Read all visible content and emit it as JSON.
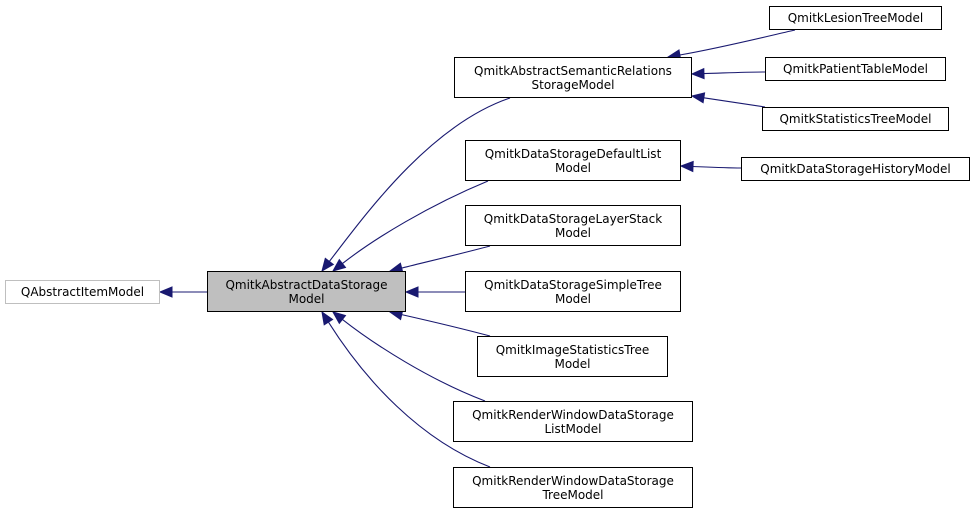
{
  "diagram": {
    "colors": {
      "edge": "#191970",
      "node_border": "#000000",
      "external_border": "#bfbfbf",
      "focus_fill": "#bfbfbf"
    },
    "nodes": {
      "qabstractitemmodel": {
        "lines": [
          "QAbstractItemModel"
        ]
      },
      "abstractdatastorage": {
        "lines": [
          "QmitkAbstractDataStorage",
          "Model"
        ]
      },
      "semanticrelations": {
        "lines": [
          "QmitkAbstractSemanticRelations",
          "StorageModel"
        ]
      },
      "defaultlist": {
        "lines": [
          "QmitkDataStorageDefaultList",
          "Model"
        ]
      },
      "layerstack": {
        "lines": [
          "QmitkDataStorageLayerStack",
          "Model"
        ]
      },
      "simpletree": {
        "lines": [
          "QmitkDataStorageSimpleTree",
          "Model"
        ]
      },
      "imagestatistics": {
        "lines": [
          "QmitkImageStatisticsTree",
          "Model"
        ]
      },
      "renderwindowlist": {
        "lines": [
          "QmitkRenderWindowDataStorage",
          "ListModel"
        ]
      },
      "renderwindowtree": {
        "lines": [
          "QmitkRenderWindowDataStorage",
          "TreeModel"
        ]
      },
      "lesiontree": {
        "lines": [
          "QmitkLesionTreeModel"
        ]
      },
      "patienttable": {
        "lines": [
          "QmitkPatientTableModel"
        ]
      },
      "statisticstree": {
        "lines": [
          "QmitkStatisticsTreeModel"
        ]
      },
      "history": {
        "lines": [
          "QmitkDataStorageHistoryModel"
        ]
      }
    },
    "edges": [
      {
        "from": "abstractdatastorage",
        "to": "qabstractitemmodel"
      },
      {
        "from": "semanticrelations",
        "to": "abstractdatastorage"
      },
      {
        "from": "defaultlist",
        "to": "abstractdatastorage"
      },
      {
        "from": "layerstack",
        "to": "abstractdatastorage"
      },
      {
        "from": "simpletree",
        "to": "abstractdatastorage"
      },
      {
        "from": "imagestatistics",
        "to": "abstractdatastorage"
      },
      {
        "from": "renderwindowlist",
        "to": "abstractdatastorage"
      },
      {
        "from": "renderwindowtree",
        "to": "abstractdatastorage"
      },
      {
        "from": "lesiontree",
        "to": "semanticrelations"
      },
      {
        "from": "patienttable",
        "to": "semanticrelations"
      },
      {
        "from": "statisticstree",
        "to": "semanticrelations"
      },
      {
        "from": "history",
        "to": "defaultlist"
      }
    ]
  }
}
